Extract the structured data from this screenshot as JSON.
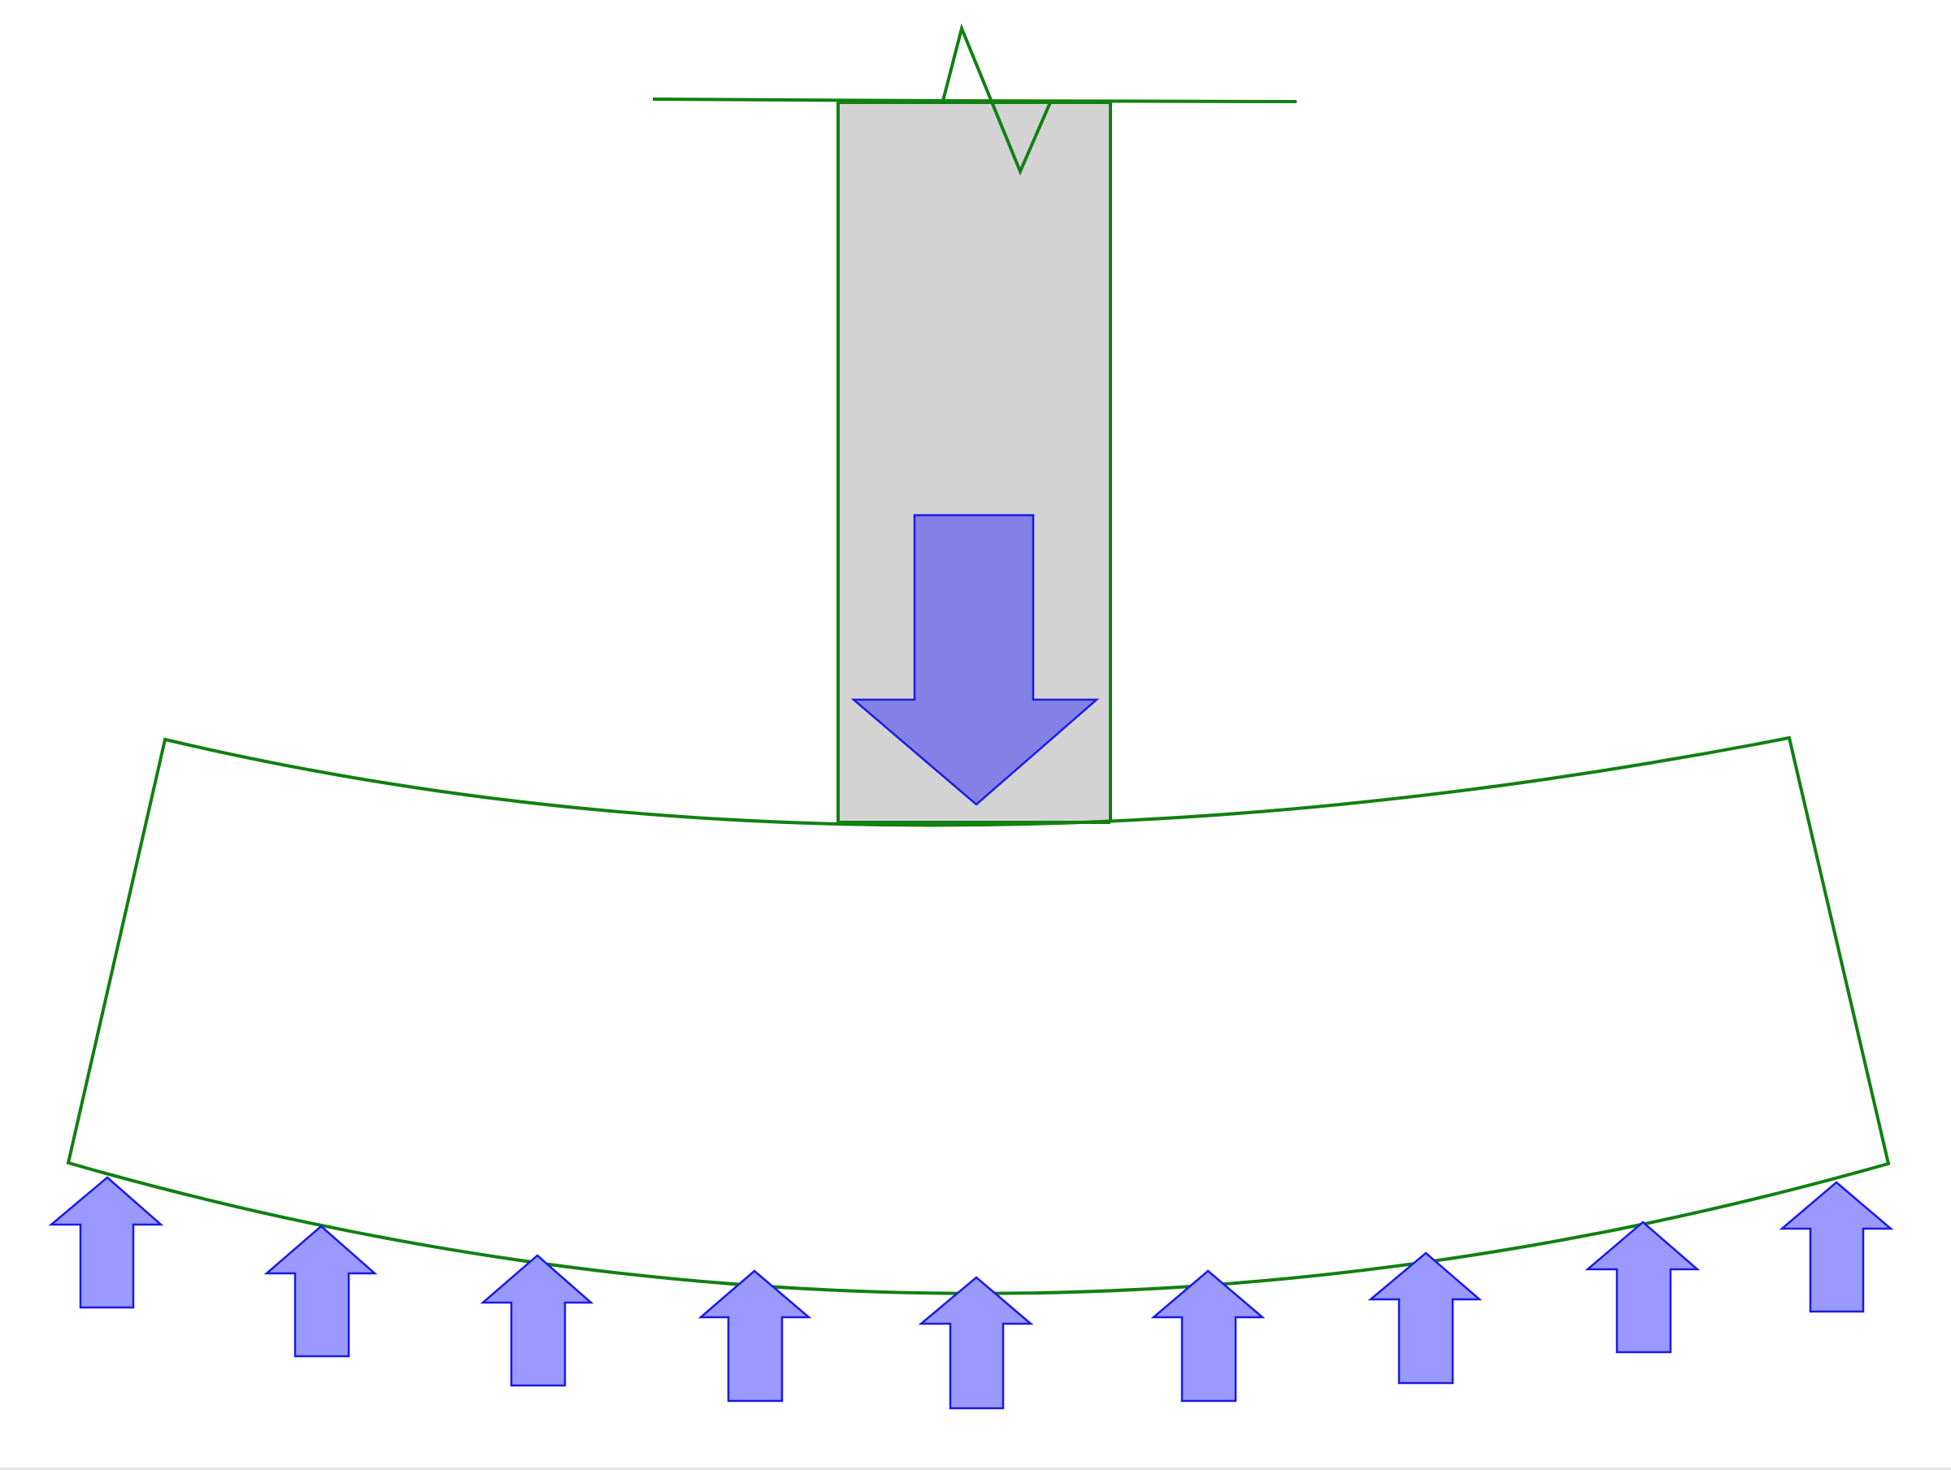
{
  "colors": {
    "background": "#ffffff",
    "outline": "#118011",
    "column_fill": "#d3d3d3",
    "load_arrow_fill": "#8282e6",
    "load_arrow_stroke": "#1a1ae6",
    "reaction_arrow_fill": "#9999ff",
    "reaction_arrow_stroke": "#1a1ae6"
  },
  "diagram": {
    "components": [
      {
        "name": "column",
        "shape": "rectangle"
      },
      {
        "name": "break-line",
        "shape": "zigzag"
      },
      {
        "name": "footing",
        "shape": "curved-slab"
      },
      {
        "name": "column-load-arrow",
        "direction": "down"
      },
      {
        "name": "soil-pressure-arrows",
        "direction": "up",
        "count": 9
      }
    ]
  }
}
